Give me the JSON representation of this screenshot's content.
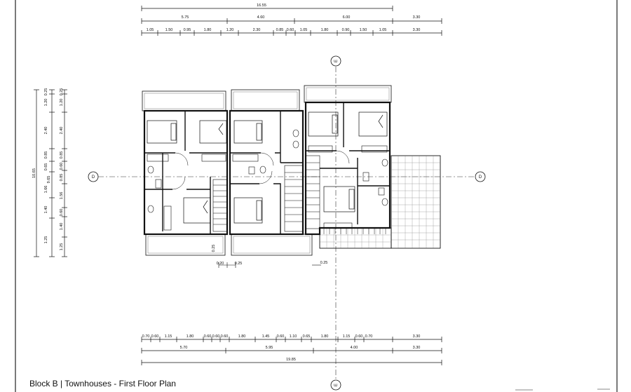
{
  "caption": "Block B | Townhouses - First Floor Plan",
  "top_dims": {
    "overall": "16.55",
    "row2": [
      "5.75",
      "4.60",
      "6.00",
      "3.30"
    ],
    "row3": [
      "1.05",
      "1.50",
      "0.95",
      "1.80",
      "1.20",
      "2.30",
      "0.85",
      "0.60",
      "1.05",
      "1.80",
      "0.90",
      "1.50",
      "1.05",
      "3.30"
    ]
  },
  "bottom_dims": {
    "row1": [
      "0.70",
      "0.60",
      "1.15",
      "1.80",
      "0.60",
      "0.60",
      "0.60",
      "1.80",
      "1.45",
      "0.60",
      "1.10",
      "0.65",
      "1.80",
      "1.15",
      "0.60",
      "0.70",
      "3.30"
    ],
    "row2": [
      "5.70",
      "5.95",
      "4.00",
      "3.30"
    ],
    "overall": "19.85"
  },
  "left_dims": {
    "inner": [
      "0.25",
      "1.20",
      "2.40",
      "0.85",
      "0.65",
      "1.66",
      "1.40",
      "1.25"
    ],
    "mid": [
      "0.25",
      "1.20",
      "2.40",
      "0.85",
      "0.60",
      "0.85",
      "1.56",
      "0.60",
      "1.40",
      "1.25"
    ],
    "overall_a": "10.65",
    "overall_b": "9.65"
  },
  "small_dims": [
    "0.25",
    "0.20",
    "0.25",
    "0.25"
  ],
  "grid_markers": {
    "top": "E",
    "bottom": "E",
    "left": "D",
    "right": "D"
  }
}
